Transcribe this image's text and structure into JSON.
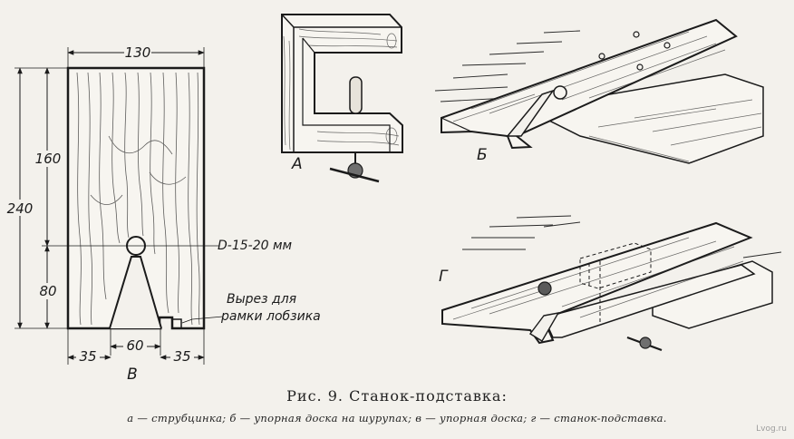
{
  "figure": {
    "drawing_b": {
      "width_label": "130",
      "height_label": "240",
      "upper_label": "160",
      "lower_label": "80",
      "bottom_left_label": "35",
      "bottom_mid_label": "60",
      "bottom_right_label": "35",
      "hole_label": "D-15-20 мм",
      "cutout_label_line1": "Вырез для",
      "cutout_label_line2": "рамки лобзика",
      "letter": "В"
    },
    "clamp_letter": "А",
    "board_letter": "Б",
    "stand_letter": "Г"
  },
  "caption": {
    "title": "Рис. 9. Станок-подставка:",
    "legend": "а — струбцинка; б — упорная доска на шурупах; в — упорная доска; г — станок-подставка."
  },
  "watermark": "Lvog.ru"
}
